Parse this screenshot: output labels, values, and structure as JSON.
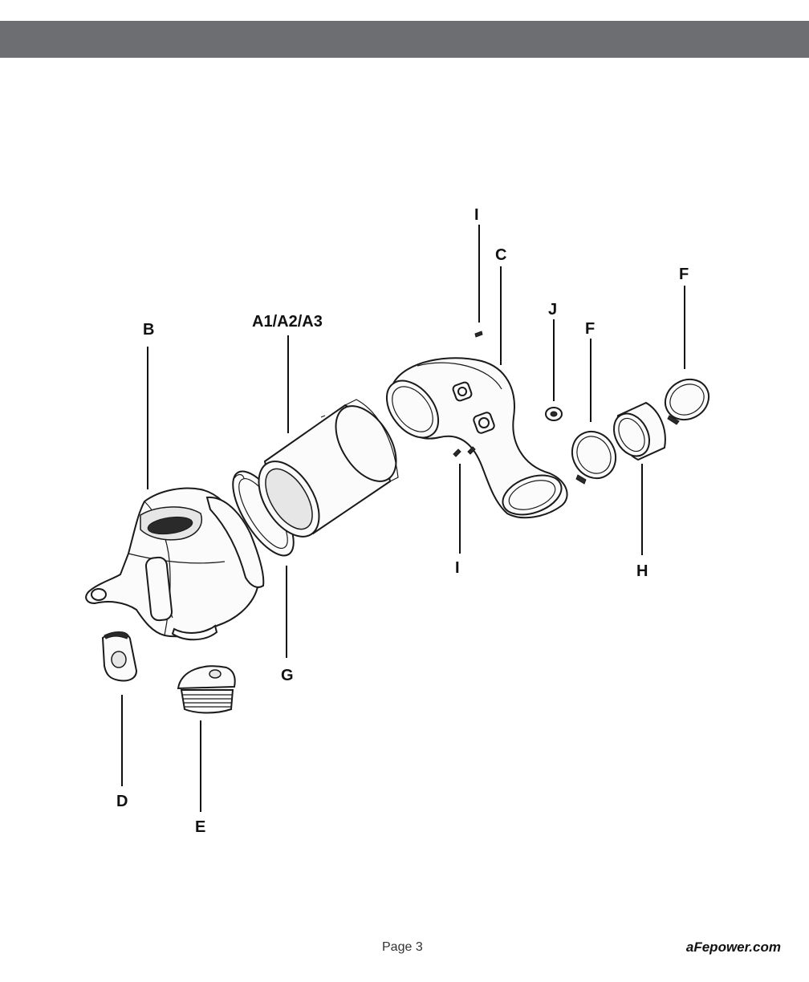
{
  "callouts": {
    "B": "B",
    "A": "A1/A2/A3",
    "I_top": "I",
    "C": "C",
    "J": "J",
    "F_mid": "F",
    "F_right": "F",
    "I_bottom": "I",
    "H": "H",
    "G": "G",
    "D": "D",
    "E": "E"
  },
  "footer": {
    "page_label": "Page 3",
    "website": "aFepower.com"
  },
  "colors": {
    "header_bar": "#6d6e71",
    "line": "#1a1a1a"
  }
}
